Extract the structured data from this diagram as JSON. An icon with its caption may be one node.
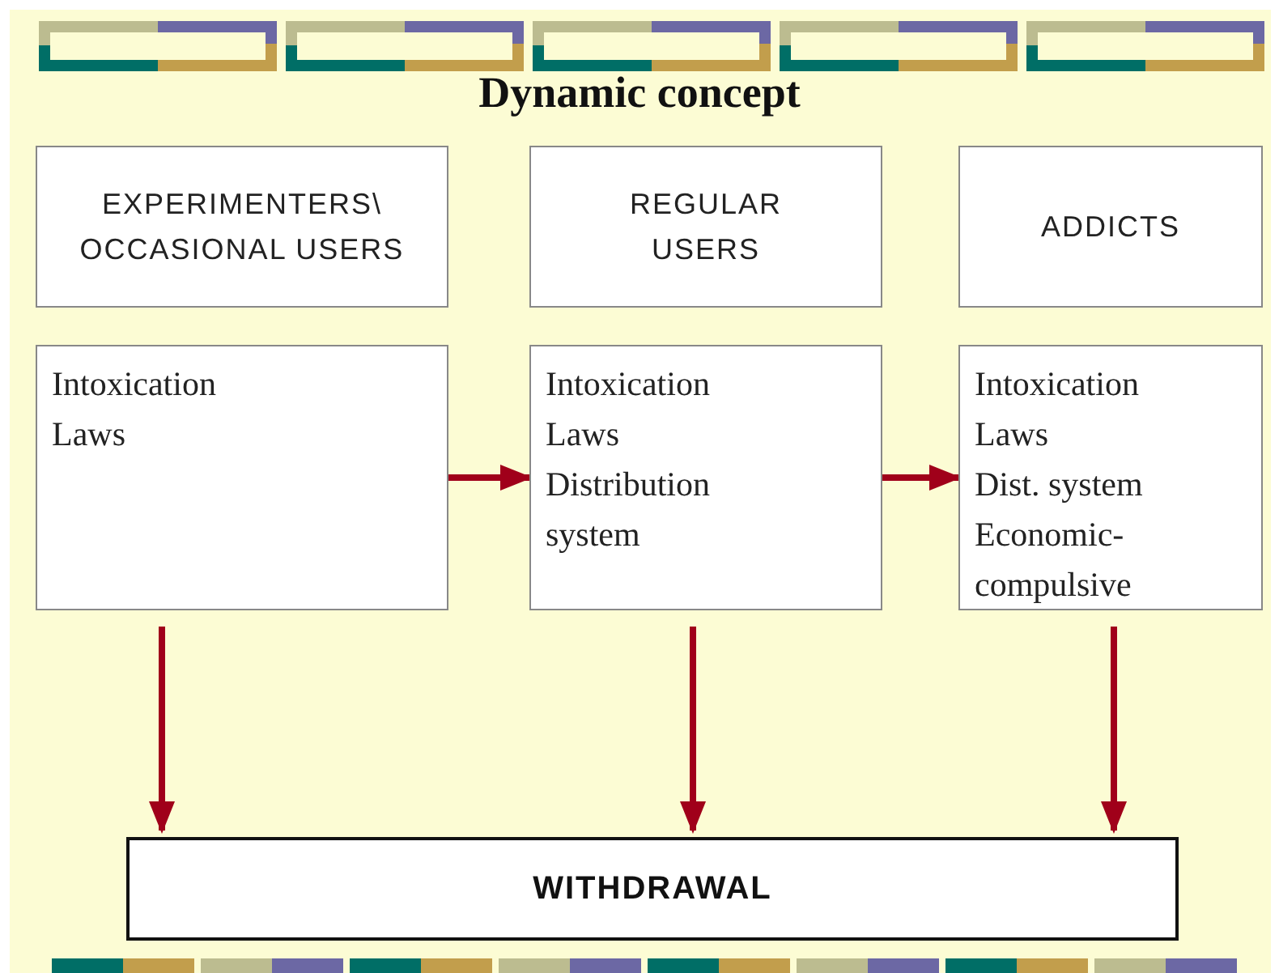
{
  "diagram": {
    "title": "Dynamic concept",
    "nodes": [
      {
        "text": [
          "EXPERIMENTERS\\ OCCASIONAL USERS"
        ]
      },
      {
        "text": [
          "REGULAR USERS"
        ]
      },
      {
        "text": [
          "ADDICTS"
        ]
      },
      {
        "text": [
          "Intoxication",
          "Laws"
        ]
      },
      {
        "text": [
          "Intoxication",
          "Laws",
          "Distribution system"
        ]
      },
      {
        "text": [
          "Intoxication",
          "Laws",
          "Dist. system",
          "Economic-compulsive"
        ]
      },
      {
        "text": [
          "WITHDRAWAL"
        ]
      }
    ],
    "edges": [
      {
        "from": 3,
        "to": 4,
        "arrow": "to"
      },
      {
        "from": 4,
        "to": 5,
        "arrow": "to"
      },
      {
        "from": 3,
        "to": 6,
        "arrow": "to"
      },
      {
        "from": 4,
        "to": 6,
        "arrow": "to"
      },
      {
        "from": 5,
        "to": 6,
        "arrow": "to"
      }
    ]
  }
}
